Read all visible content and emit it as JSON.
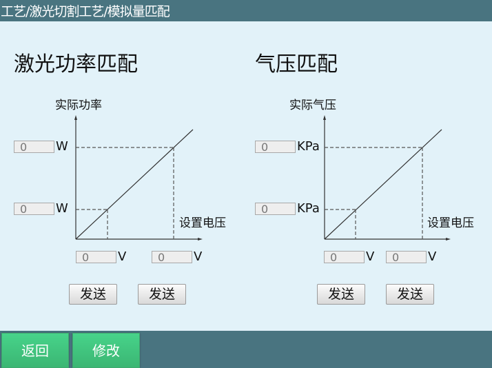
{
  "header": {
    "breadcrumb": "工艺/激光切割工艺/模拟量匹配"
  },
  "colors": {
    "header_bg": "#497480",
    "body_bg": "#e2f2f9",
    "footer_btn": "#42c882"
  },
  "laser": {
    "title": "激光功率匹配",
    "y_label": "实际功率",
    "x_label": "设置电压",
    "y_high": {
      "value": "0",
      "unit": "W"
    },
    "y_low": {
      "value": "0",
      "unit": "W"
    },
    "x_low": {
      "value": "0",
      "unit": "V"
    },
    "x_high": {
      "value": "0",
      "unit": "V"
    },
    "send_low": "发送",
    "send_high": "发送"
  },
  "pressure": {
    "title": "气压匹配",
    "y_label": "实际气压",
    "x_label": "设置电压",
    "y_high": {
      "value": "0",
      "unit": "KPa"
    },
    "y_low": {
      "value": "0",
      "unit": "KPa"
    },
    "x_low": {
      "value": "0",
      "unit": "V"
    },
    "x_high": {
      "value": "0",
      "unit": "V"
    },
    "send_low": "发送",
    "send_high": "发送"
  },
  "footer": {
    "back": "返回",
    "modify": "修改"
  }
}
